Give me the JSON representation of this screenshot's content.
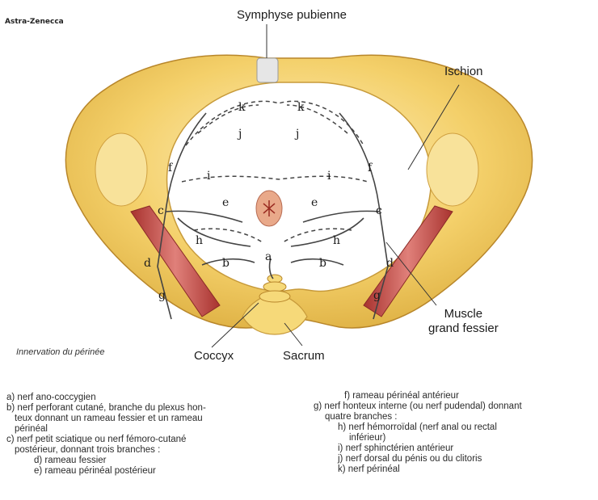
{
  "brand": "Astra-Zenecca",
  "labels": {
    "symphyse": "Symphyse pubienne",
    "ischion": "Ischion",
    "muscle_line1": "Muscle",
    "muscle_line2": "grand fessier",
    "coccyx": "Coccyx",
    "sacrum": "Sacrum"
  },
  "caption": "Innervation du périnée",
  "nerve_letters": [
    "a",
    "b",
    "c",
    "d",
    "e",
    "f",
    "g",
    "h",
    "i",
    "j",
    "k"
  ],
  "legend_left": [
    "a) nerf ano-coccygien",
    "b) nerf perforant cutané, branche du plexus hon-",
    "teux donnant un rameau fessier et un rameau",
    "périnéal",
    "c) nerf petit sciatique ou nerf fémoro-cutané",
    "postérieur, donnant trois branches :",
    "d) rameau fessier",
    "e) rameau périnéal postérieur"
  ],
  "legend_right": [
    "f) rameau périnéal antérieur",
    "g) nerf honteux interne (ou nerf pudendal) donnant",
    "quatre branches :",
    "h) nerf hémorroïdal (nerf anal ou rectal",
    "inférieur)",
    "i) nerf sphinctérien antérieur",
    "j) nerf dorsal du pénis ou du clitoris",
    "k) nerf périnéal"
  ],
  "colors": {
    "bone": "#f2cd62",
    "bone_dark": "#d9a93a",
    "bone_light": "#fbe7a8",
    "muscle": "#c9504a",
    "nerve": "#444444"
  }
}
